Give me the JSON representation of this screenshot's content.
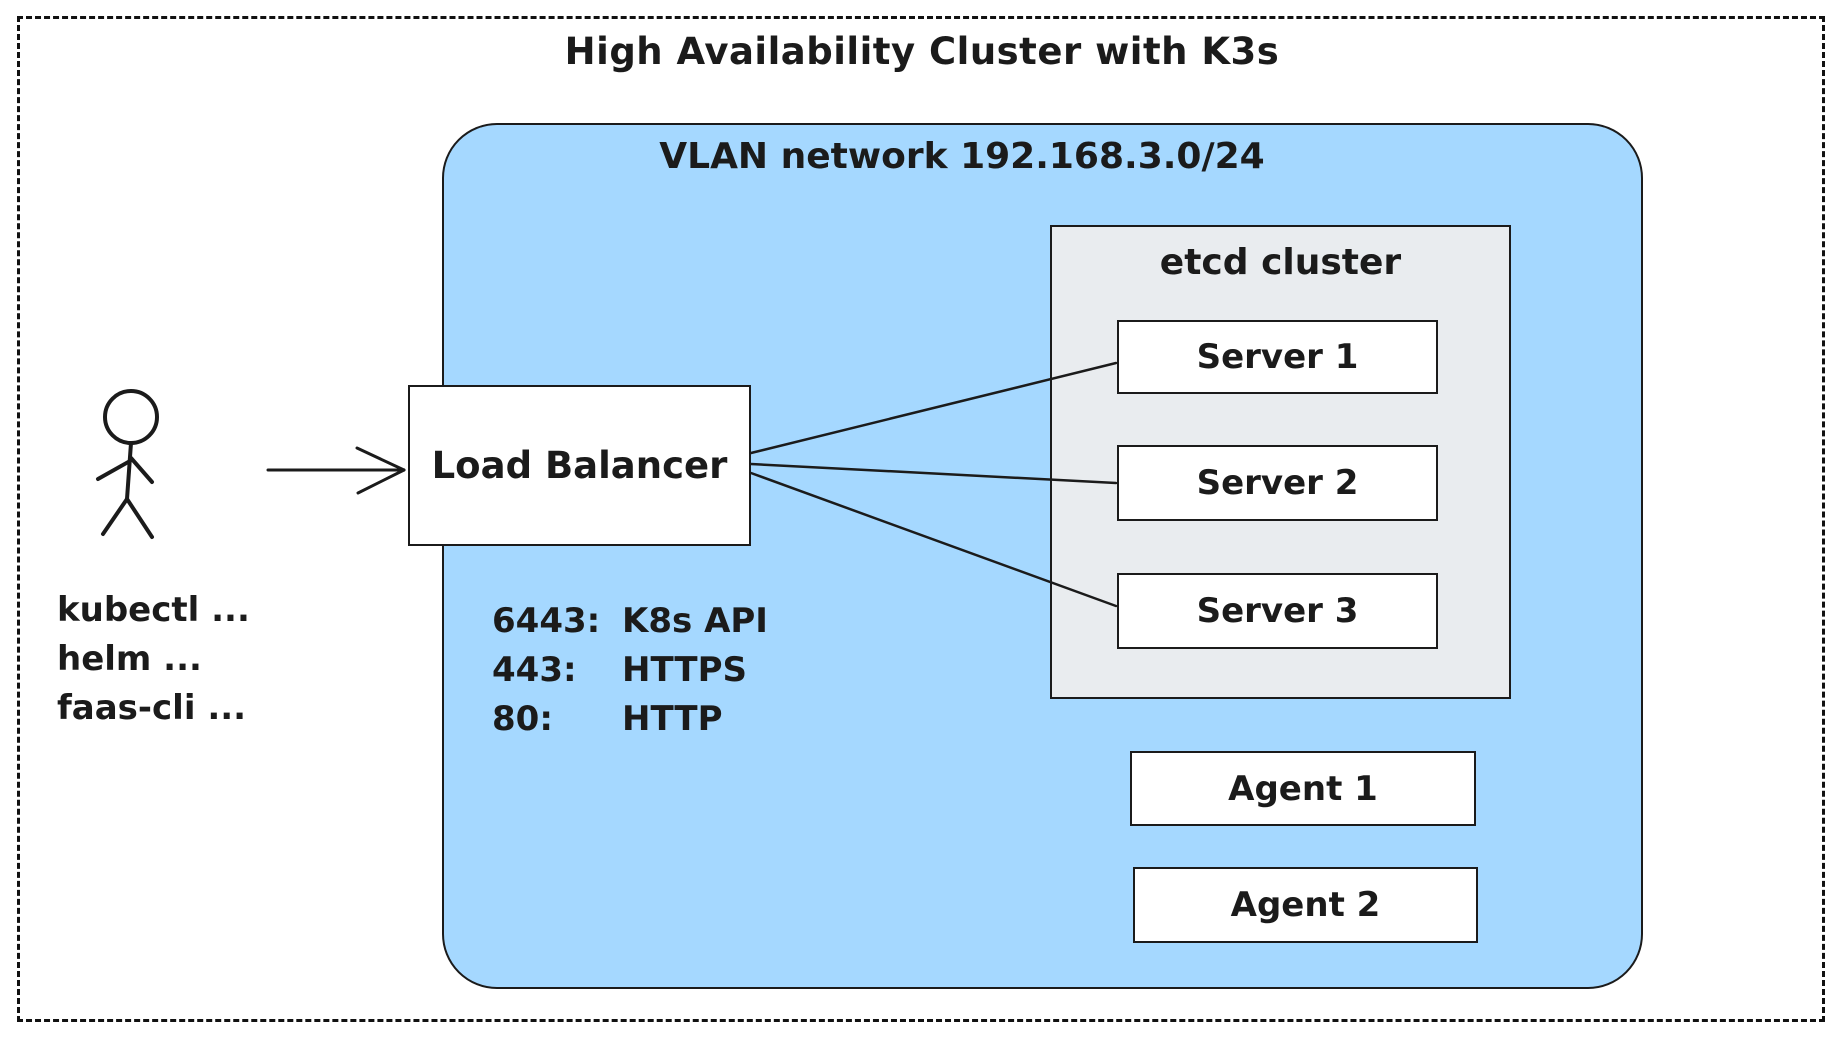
{
  "title": "High Availability Cluster with K3s",
  "vlan": {
    "label": "VLAN network 192.168.3.0/24"
  },
  "etcd": {
    "label": "etcd cluster",
    "servers": [
      {
        "label": "Server 1"
      },
      {
        "label": "Server 2"
      },
      {
        "label": "Server 3"
      }
    ]
  },
  "load_balancer": {
    "label": "Load Balancer"
  },
  "ports": [
    {
      "port": "6443:",
      "service": "K8s API"
    },
    {
      "port": "443:",
      "service": "HTTPS"
    },
    {
      "port": "80:",
      "service": "HTTP"
    }
  ],
  "client": {
    "commands": [
      {
        "label": "kubectl ..."
      },
      {
        "label": "helm ..."
      },
      {
        "label": "faas-cli ..."
      }
    ]
  },
  "agents": [
    {
      "label": "Agent 1"
    },
    {
      "label": "Agent 2"
    }
  ],
  "colors": {
    "vlan_fill": "#a5d8ff",
    "etcd_fill": "#e9ecef",
    "stroke": "#1b1b1b"
  }
}
